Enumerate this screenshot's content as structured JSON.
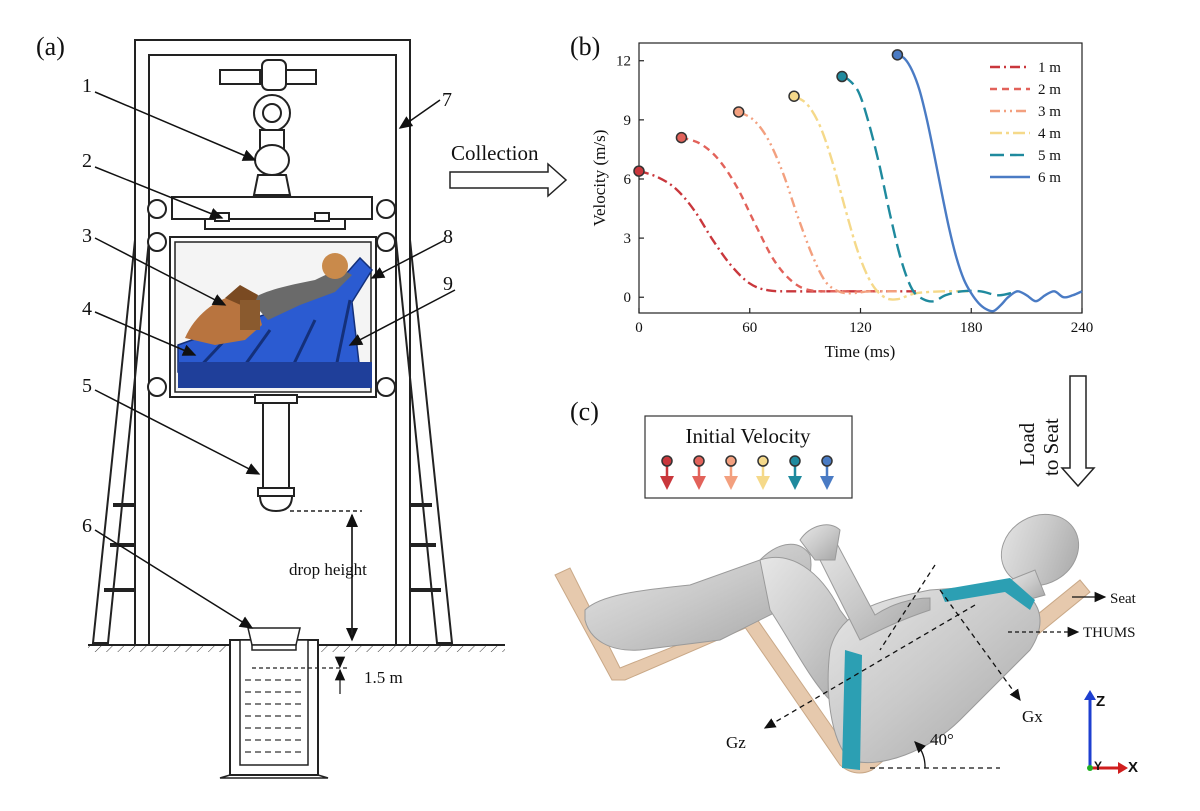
{
  "panel_a": {
    "label": "(a)",
    "callouts": [
      "1",
      "2",
      "3",
      "4",
      "5",
      "6",
      "7",
      "8",
      "9"
    ],
    "drop_height": "drop height",
    "depth": "1.5 m"
  },
  "collection_arrow": "Collection",
  "panel_b": {
    "label": "(b)"
  },
  "load_arrow": {
    "line1": "Load",
    "line2": "to Seat"
  },
  "panel_c": {
    "label": "(c)",
    "initial_velocity_title": "Initial Velocity",
    "seat": "Seat",
    "thums": "THUMS",
    "gx": "Gx",
    "gz": "Gz",
    "angle": "40°",
    "axes": {
      "z": "Z",
      "x": "X",
      "y": "Y"
    }
  },
  "colors": {
    "s1": "#c9373c",
    "s2": "#e2625a",
    "s3": "#f3a07f",
    "s4": "#f5d98a",
    "s5": "#1f8a9e",
    "s6": "#4a7bc4",
    "seat": "#e6c9ad",
    "belt": "#2c9fb3",
    "rig": "#2b5bd1"
  },
  "chart_data": {
    "type": "line",
    "xlabel": "Time (ms)",
    "ylabel": "Velocity (m/s)",
    "xlim": [
      0,
      240
    ],
    "ylim": [
      -0.8,
      12.9
    ],
    "xticks": [
      0,
      60,
      120,
      180,
      240
    ],
    "yticks": [
      0,
      3,
      6,
      9,
      12
    ],
    "legend": "top-right",
    "grid": false,
    "series": [
      {
        "name": "1 m",
        "dash": "10,4,2,4",
        "color": "#c9373c",
        "points": [
          [
            0,
            6.4
          ],
          [
            10,
            6.1
          ],
          [
            20,
            5.5
          ],
          [
            30,
            4.4
          ],
          [
            40,
            2.9
          ],
          [
            50,
            1.6
          ],
          [
            60,
            0.7
          ],
          [
            70,
            0.35
          ],
          [
            85,
            0.3
          ],
          [
            110,
            0.3
          ],
          [
            130,
            0.3
          ],
          [
            150,
            0.3
          ]
        ]
      },
      {
        "name": "2 m",
        "dash": "7,5",
        "color": "#e2625a",
        "points": [
          [
            23,
            8.1
          ],
          [
            33,
            7.8
          ],
          [
            43,
            7.0
          ],
          [
            53,
            5.6
          ],
          [
            63,
            3.7
          ],
          [
            73,
            1.9
          ],
          [
            83,
            0.8
          ],
          [
            93,
            0.35
          ],
          [
            110,
            0.3
          ],
          [
            130,
            0.3
          ]
        ]
      },
      {
        "name": "3 m",
        "dash": "10,4,2,4,2,4",
        "color": "#f3a07f",
        "points": [
          [
            54,
            9.4
          ],
          [
            62,
            9.0
          ],
          [
            70,
            8.0
          ],
          [
            78,
            6.3
          ],
          [
            86,
            4.1
          ],
          [
            94,
            2.1
          ],
          [
            101,
            0.8
          ],
          [
            108,
            0.3
          ],
          [
            115,
            0.2
          ],
          [
            125,
            0.3
          ],
          [
            140,
            0.3
          ]
        ]
      },
      {
        "name": "4 m",
        "dash": "12,4,3,4",
        "color": "#f5d98a",
        "points": [
          [
            84,
            10.2
          ],
          [
            91,
            9.8
          ],
          [
            98,
            8.7
          ],
          [
            105,
            6.8
          ],
          [
            112,
            4.4
          ],
          [
            119,
            2.2
          ],
          [
            126,
            0.7
          ],
          [
            133,
            0.0
          ],
          [
            140,
            -0.1
          ],
          [
            150,
            0.2
          ],
          [
            165,
            0.3
          ],
          [
            180,
            0.3
          ]
        ]
      },
      {
        "name": "5 m",
        "dash": "14,6",
        "color": "#1f8a9e",
        "points": [
          [
            110,
            11.2
          ],
          [
            114,
            11.0
          ],
          [
            119,
            10.4
          ],
          [
            124,
            9.0
          ],
          [
            130,
            6.8
          ],
          [
            136,
            4.2
          ],
          [
            142,
            1.9
          ],
          [
            148,
            0.4
          ],
          [
            154,
            -0.1
          ],
          [
            160,
            -0.2
          ],
          [
            166,
            0.1
          ],
          [
            175,
            0.3
          ],
          [
            185,
            0.3
          ],
          [
            195,
            0.1
          ],
          [
            205,
            0.3
          ]
        ]
      },
      {
        "name": "6 m",
        "dash": "",
        "color": "#4a7bc4",
        "points": [
          [
            140,
            12.3
          ],
          [
            144,
            12.1
          ],
          [
            148,
            11.5
          ],
          [
            152,
            10.5
          ],
          [
            156,
            9.0
          ],
          [
            160,
            7.2
          ],
          [
            164,
            5.3
          ],
          [
            168,
            3.5
          ],
          [
            172,
            2.0
          ],
          [
            176,
            0.9
          ],
          [
            180,
            0.2
          ],
          [
            184,
            -0.3
          ],
          [
            188,
            -0.6
          ],
          [
            192,
            -0.7
          ],
          [
            196,
            -0.4
          ],
          [
            200,
            0.0
          ],
          [
            205,
            0.3
          ],
          [
            210,
            0.1
          ],
          [
            215,
            -0.2
          ],
          [
            220,
            0.1
          ],
          [
            225,
            0.3
          ],
          [
            230,
            0.0
          ],
          [
            235,
            0.1
          ],
          [
            240,
            0.3
          ]
        ]
      }
    ],
    "legend_entries": [
      "1 m",
      "2 m",
      "3 m",
      "4 m",
      "5 m",
      "6 m"
    ]
  }
}
